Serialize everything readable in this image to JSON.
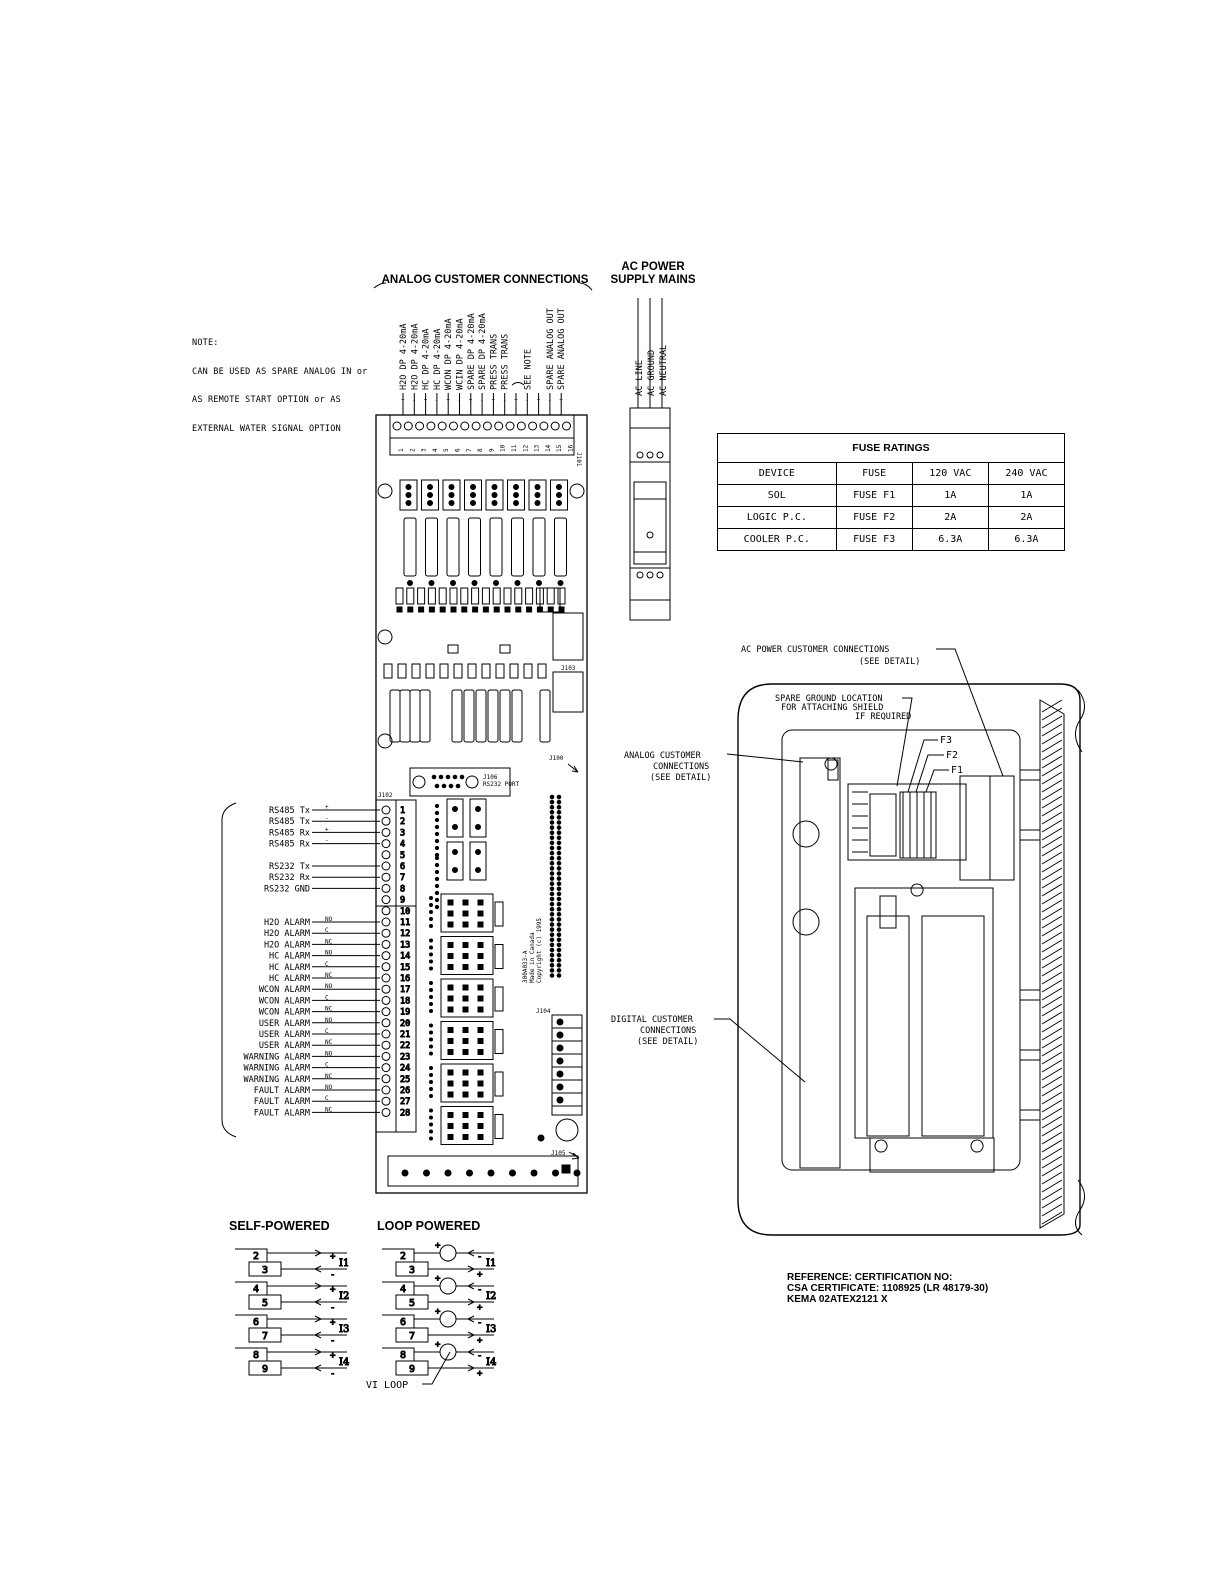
{
  "titles": {
    "analog": "ANALOG CUSTOMER CONNECTIONS",
    "ac_power": "AC POWER",
    "supply_mains": "SUPPLY MAINS",
    "self_powered": "SELF-POWERED",
    "loop_powered": "LOOP POWERED"
  },
  "note": [
    "NOTE:",
    "CAN BE USED AS SPARE ANALOG IN or",
    "AS REMOTE START OPTION or AS",
    "EXTERNAL WATER SIGNAL OPTION"
  ],
  "analog_labels": [
    "H2O DP 4-20mA",
    "H2O DP 4-20mA",
    "HC DP 4-20mA",
    "HC DP 4-20mA",
    "WCON DP 4-20mA",
    "WCIN DP 4-20mA",
    "SPARE DP 4-20mA",
    "SPARE DP 4-20mA",
    "PRESS TRANS",
    "PRESS TRANS",
    "",
    "SEE NOTE",
    "",
    "SPARE ANALOG OUT",
    "SPARE ANALOG OUT"
  ],
  "ac_labels": [
    "AC LINE",
    "AC GROUND",
    "AC NEUTRAL"
  ],
  "fuse_table": {
    "title": "FUSE RATINGS",
    "headers": [
      "DEVICE",
      "FUSE",
      "120 VAC",
      "240 VAC"
    ],
    "rows": [
      [
        "SOL",
        "FUSE F1",
        "1A",
        "1A"
      ],
      [
        "LOGIC P.C.",
        "FUSE F2",
        "2A",
        "2A"
      ],
      [
        "COOLER P.C.",
        "FUSE F3",
        "6.3A",
        "6.3A"
      ]
    ]
  },
  "left_signals": [
    {
      "label": "RS485 Tx",
      "sign": "+",
      "n": "1"
    },
    {
      "label": "RS485 Tx",
      "sign": "-",
      "n": "2"
    },
    {
      "label": "RS485 Rx",
      "sign": "+",
      "n": "3"
    },
    {
      "label": "RS485 Rx",
      "sign": "-",
      "n": "4"
    },
    {
      "label": "",
      "sign": "",
      "n": "5"
    },
    {
      "label": "RS232 Tx",
      "sign": "",
      "n": "6"
    },
    {
      "label": "RS232 Rx",
      "sign": "",
      "n": "7"
    },
    {
      "label": "RS232 GND",
      "sign": "",
      "n": "8"
    },
    {
      "label": "",
      "sign": "",
      "n": "9"
    },
    {
      "label": "",
      "sign": "",
      "n": "10"
    },
    {
      "label": "H2O ALARM",
      "sign": "NO",
      "n": "11"
    },
    {
      "label": "H2O ALARM",
      "sign": "C",
      "n": "12"
    },
    {
      "label": "H2O ALARM",
      "sign": "NC",
      "n": "13"
    },
    {
      "label": "HC ALARM",
      "sign": "NO",
      "n": "14"
    },
    {
      "label": "HC ALARM",
      "sign": "C",
      "n": "15"
    },
    {
      "label": "HC ALARM",
      "sign": "NC",
      "n": "16"
    },
    {
      "label": "WCON ALARM",
      "sign": "NO",
      "n": "17"
    },
    {
      "label": "WCON ALARM",
      "sign": "C",
      "n": "18"
    },
    {
      "label": "WCON ALARM",
      "sign": "NC",
      "n": "19"
    },
    {
      "label": "USER ALARM",
      "sign": "NO",
      "n": "20"
    },
    {
      "label": "USER ALARM",
      "sign": "C",
      "n": "21"
    },
    {
      "label": "USER ALARM",
      "sign": "NC",
      "n": "22"
    },
    {
      "label": "WARNING ALARM",
      "sign": "NO",
      "n": "23"
    },
    {
      "label": "WARNING ALARM",
      "sign": "C",
      "n": "24"
    },
    {
      "label": "WARNING ALARM",
      "sign": "NC",
      "n": "25"
    },
    {
      "label": "FAULT ALARM",
      "sign": "NO",
      "n": "26"
    },
    {
      "label": "FAULT ALARM",
      "sign": "C",
      "n": "27"
    },
    {
      "label": "FAULT ALARM",
      "sign": "NC",
      "n": "28"
    }
  ],
  "board": {
    "j101": "J101",
    "j102": "J102",
    "j103": "J103",
    "j104": "J104",
    "j105": "J105",
    "j106": "J106",
    "j106_sub": "RS232 PORT",
    "j100": "J100",
    "part": [
      "300A033-A",
      "Made in Canada",
      "Copyright (c) 1995"
    ]
  },
  "enclosure": {
    "ac_power_conn": [
      "AC POWER CUSTOMER CONNECTIONS",
      "(SEE DETAIL)"
    ],
    "spare_ground": [
      "SPARE GROUND LOCATION",
      "FOR ATTACHING SHIELD",
      "IF REQUIRED"
    ],
    "analog_conn": [
      "ANALOG CUSTOMER",
      "CONNECTIONS",
      "(SEE DETAIL)"
    ],
    "digital_conn": [
      "DIGITAL CUSTOMER",
      "CONNECTIONS",
      "(SEE DETAIL)"
    ],
    "fuses": [
      "F3",
      "F2",
      "F1"
    ]
  },
  "loop": {
    "self_terms": [
      "2",
      "3",
      "4",
      "5",
      "6",
      "7",
      "8",
      "9"
    ],
    "loop_terms": [
      "2",
      "3",
      "4",
      "5",
      "6",
      "7",
      "8",
      "9"
    ],
    "currents": [
      "I1",
      "I2",
      "I3",
      "I4"
    ],
    "vi_loop": "VI LOOP"
  },
  "reference": [
    "REFERENCE: CERTIFICATION NO:",
    "CSA CERTIFICATE: 1108925 (LR 48179-30)",
    "KEMA 02ATEX2121 X"
  ]
}
